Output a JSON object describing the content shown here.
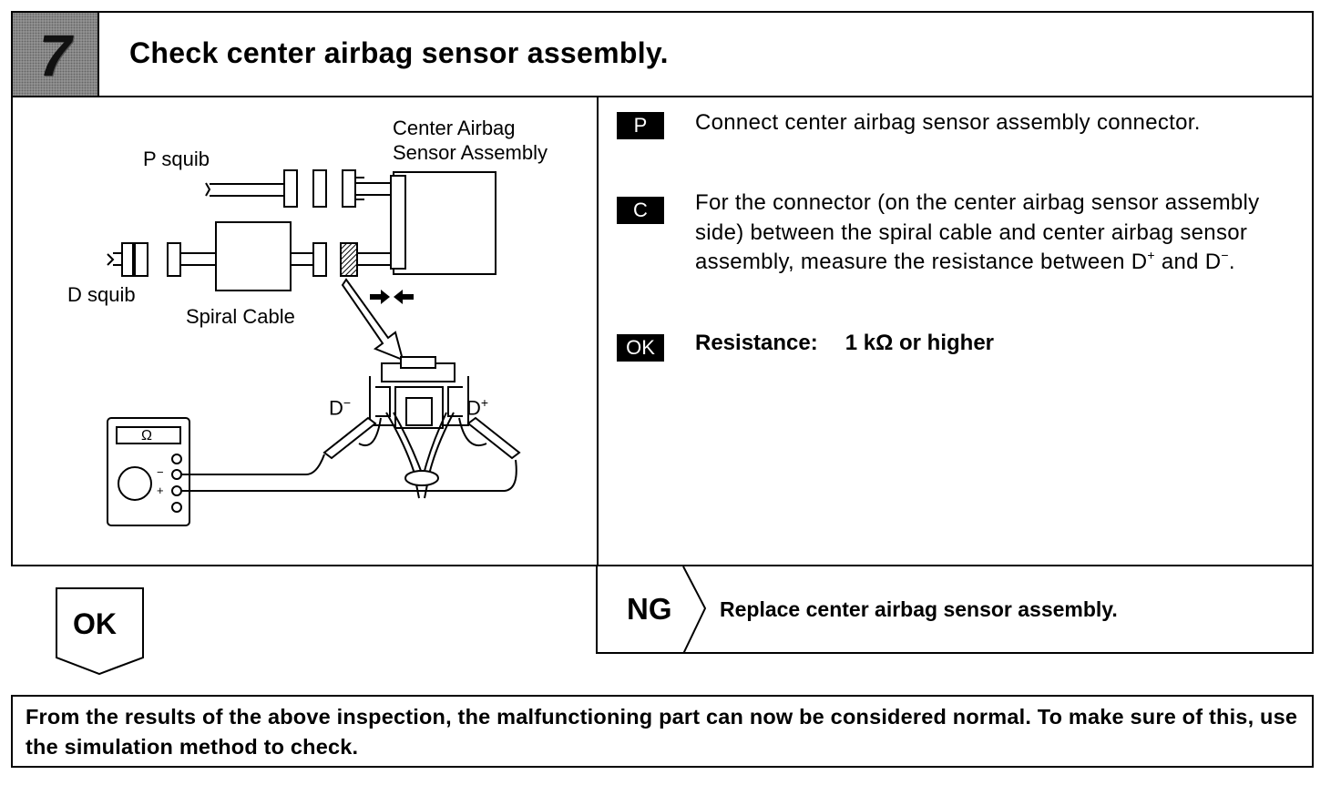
{
  "header": {
    "step_number": "7",
    "title": "Check center airbag sensor assembly."
  },
  "diagram": {
    "labels": {
      "center_airbag_sensor_line1": "Center Airbag",
      "center_airbag_sensor_line2": "Sensor Assembly",
      "p_squib": "P squib",
      "d_squib": "D squib",
      "spiral_cable": "Spiral Cable",
      "d_minus": "D",
      "d_plus": "D",
      "meter_symbol": "Ω",
      "minus_sign": "−",
      "plus_sign": "+"
    }
  },
  "instructions": {
    "p_badge": "P",
    "p_text": "Connect center airbag sensor assembly connector.",
    "c_badge": "C",
    "c_text_before": "For the connector (on the center airbag sensor assembly side) between the spiral cable and center airbag sensor assembly, measure the resistance between D",
    "c_sup_plus": "+",
    "c_text_and": " and D",
    "c_sup_minus": "−",
    "c_text_end": ".",
    "ok_badge": "OK",
    "resistance_label": "Resistance:",
    "resistance_value": "1 kΩ or higher"
  },
  "ok_branch": {
    "label": "OK"
  },
  "ng_branch": {
    "label": "NG",
    "text": "Replace center airbag sensor assembly."
  },
  "footer": {
    "text": "From the results of the above inspection, the malfunctioning part can now be considered normal. To make sure of this, use the simulation method to check."
  }
}
